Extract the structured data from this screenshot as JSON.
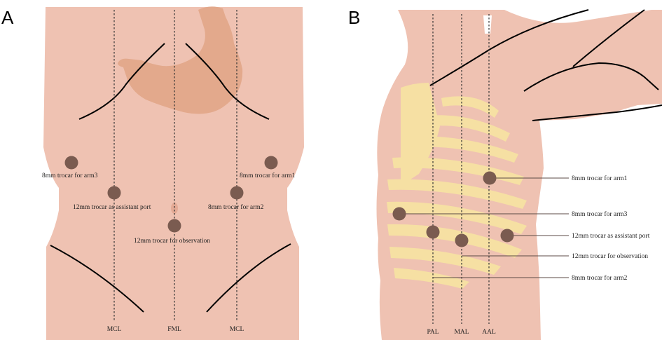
{
  "panels": {
    "a": {
      "letter": "A"
    },
    "b": {
      "letter": "B"
    }
  },
  "colors": {
    "skin": "#efc2b2",
    "stomach": "#e3a98c",
    "rib": "#f6e0a3",
    "trocar": "#7a5b50",
    "line": "#000000"
  },
  "panel_a": {
    "labels": {
      "arm3": "8mm trocar for arm3",
      "arm1": "8mm trocar for arm1",
      "assistant": "12mm trocar as assistant port",
      "arm2": "8mm trocar for arm2",
      "observation": "12mm trocar for observation"
    },
    "axes": {
      "mcl_left": "MCL",
      "fml": "FML",
      "mcl_right": "MCL"
    }
  },
  "panel_b": {
    "labels": {
      "arm1": "8mm trocar for arm1",
      "arm3": "8mm trocar for arm3",
      "assistant": "12mm trocar as assistant port",
      "observation": "12mm trocar for observation",
      "arm2": "8mm trocar for arm2"
    },
    "axes": {
      "pal": "PAL",
      "mal": "MAL",
      "aal": "AAL"
    }
  }
}
